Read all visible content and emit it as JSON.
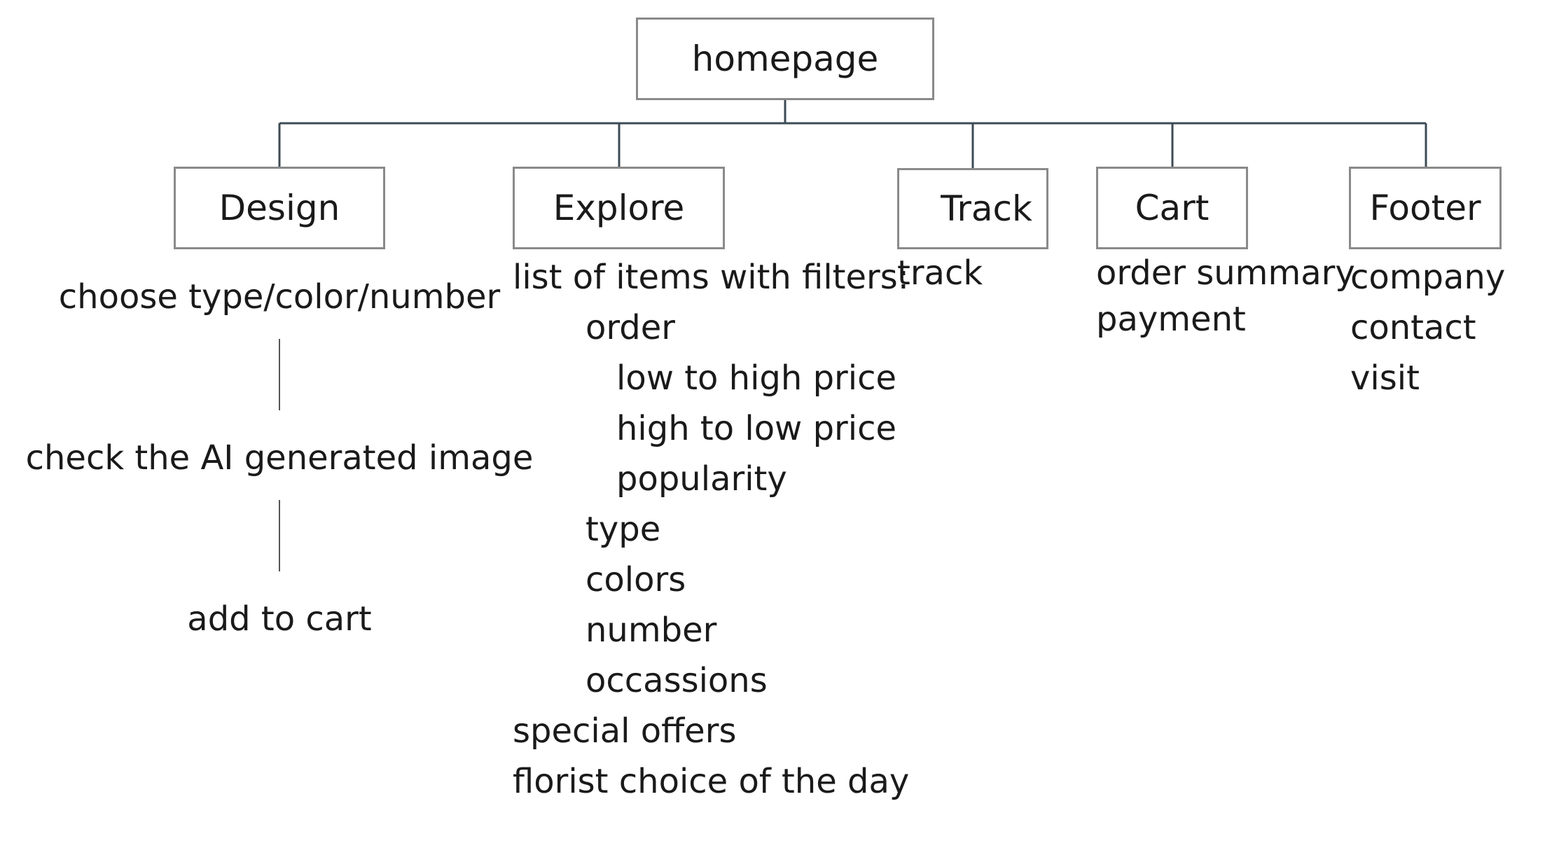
{
  "root": {
    "label": "homepage"
  },
  "branches": {
    "design": {
      "label": "Design",
      "steps": [
        "choose type/color/number",
        "check the AI generated image",
        "add to cart"
      ]
    },
    "explore": {
      "label": "Explore",
      "heading": "list of items with filters:",
      "filters": {
        "order": {
          "label": "order",
          "options": [
            "low to high price",
            "high to low price",
            "popularity"
          ]
        },
        "others": [
          "type",
          "colors",
          "number",
          "occassions"
        ]
      },
      "extras": [
        "special offers",
        "florist choice of the day"
      ]
    },
    "track": {
      "label": "Track",
      "items": [
        "track"
      ]
    },
    "cart": {
      "label": "Cart",
      "items": [
        "order summary",
        "payment"
      ]
    },
    "footer": {
      "label": "Footer",
      "items": [
        "company",
        "contact",
        "visit"
      ]
    }
  },
  "colors": {
    "line": "#3d4b55",
    "box_border": "#8a8a8a",
    "text": "#1a1a1a"
  }
}
